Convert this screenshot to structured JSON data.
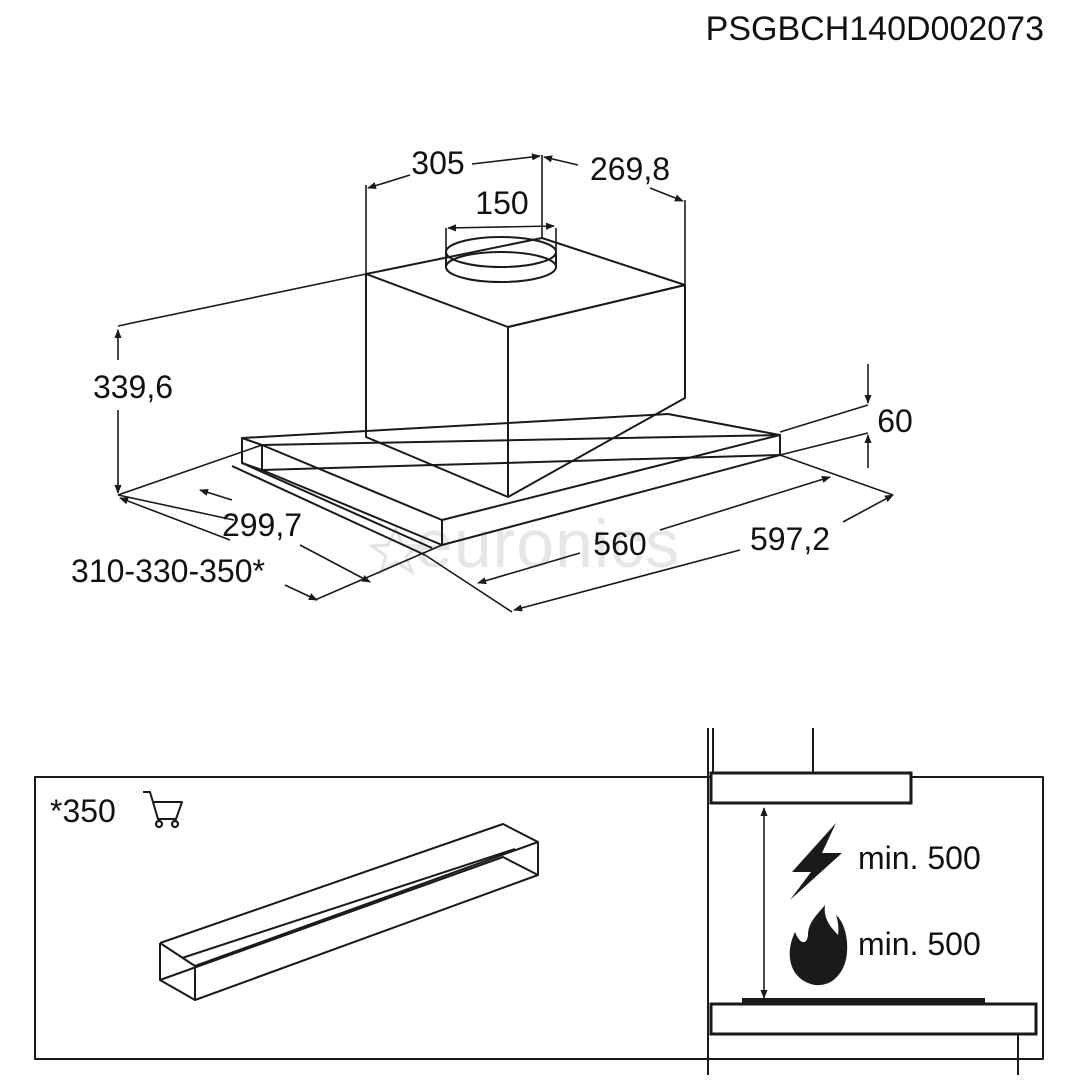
{
  "code": "PSGBCH140D002073",
  "watermark": "euronics",
  "dimensions": {
    "box_width": "305",
    "box_depth": "269,8",
    "duct_diameter": "150",
    "total_height": "339,6",
    "panel_height": "60",
    "depth_inner": "299,7",
    "depth_options": "310-330-350*",
    "width_inner": "560",
    "width_outer": "597,2"
  },
  "accessory": {
    "label": "*350",
    "icon": "shopping-cart-icon"
  },
  "clearance": {
    "electric": {
      "label": "min. 500",
      "icon": "lightning-bolt-icon"
    },
    "gas": {
      "label": "min. 500",
      "icon": "flame-icon"
    }
  }
}
